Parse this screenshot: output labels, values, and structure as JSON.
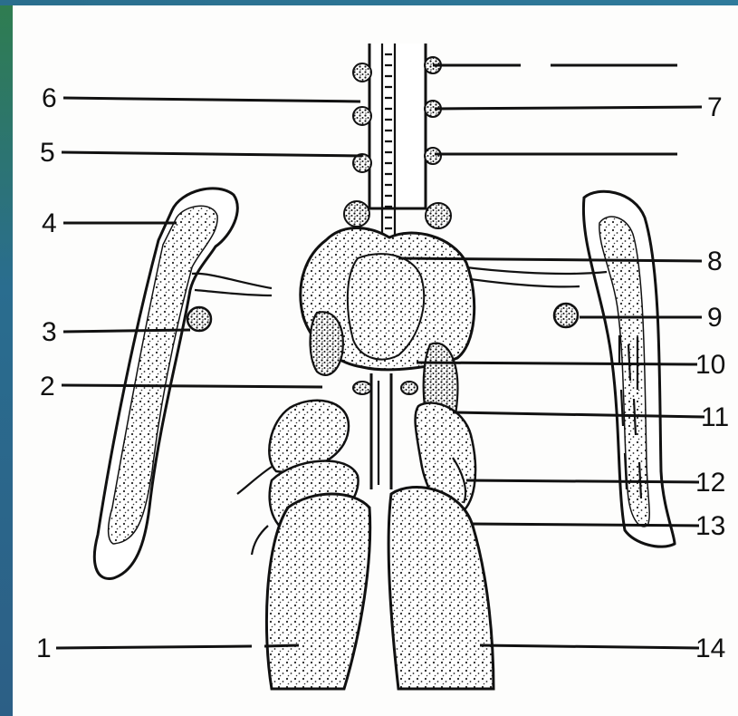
{
  "diagram": {
    "labels": [
      "1",
      "2",
      "3",
      "4",
      "5",
      "6",
      "7",
      "8",
      "9",
      "10",
      "11",
      "12",
      "13",
      "14"
    ]
  },
  "colors": {
    "frame": "#2f6a86",
    "paper": "#fdfdfc",
    "ink": "#111111"
  }
}
